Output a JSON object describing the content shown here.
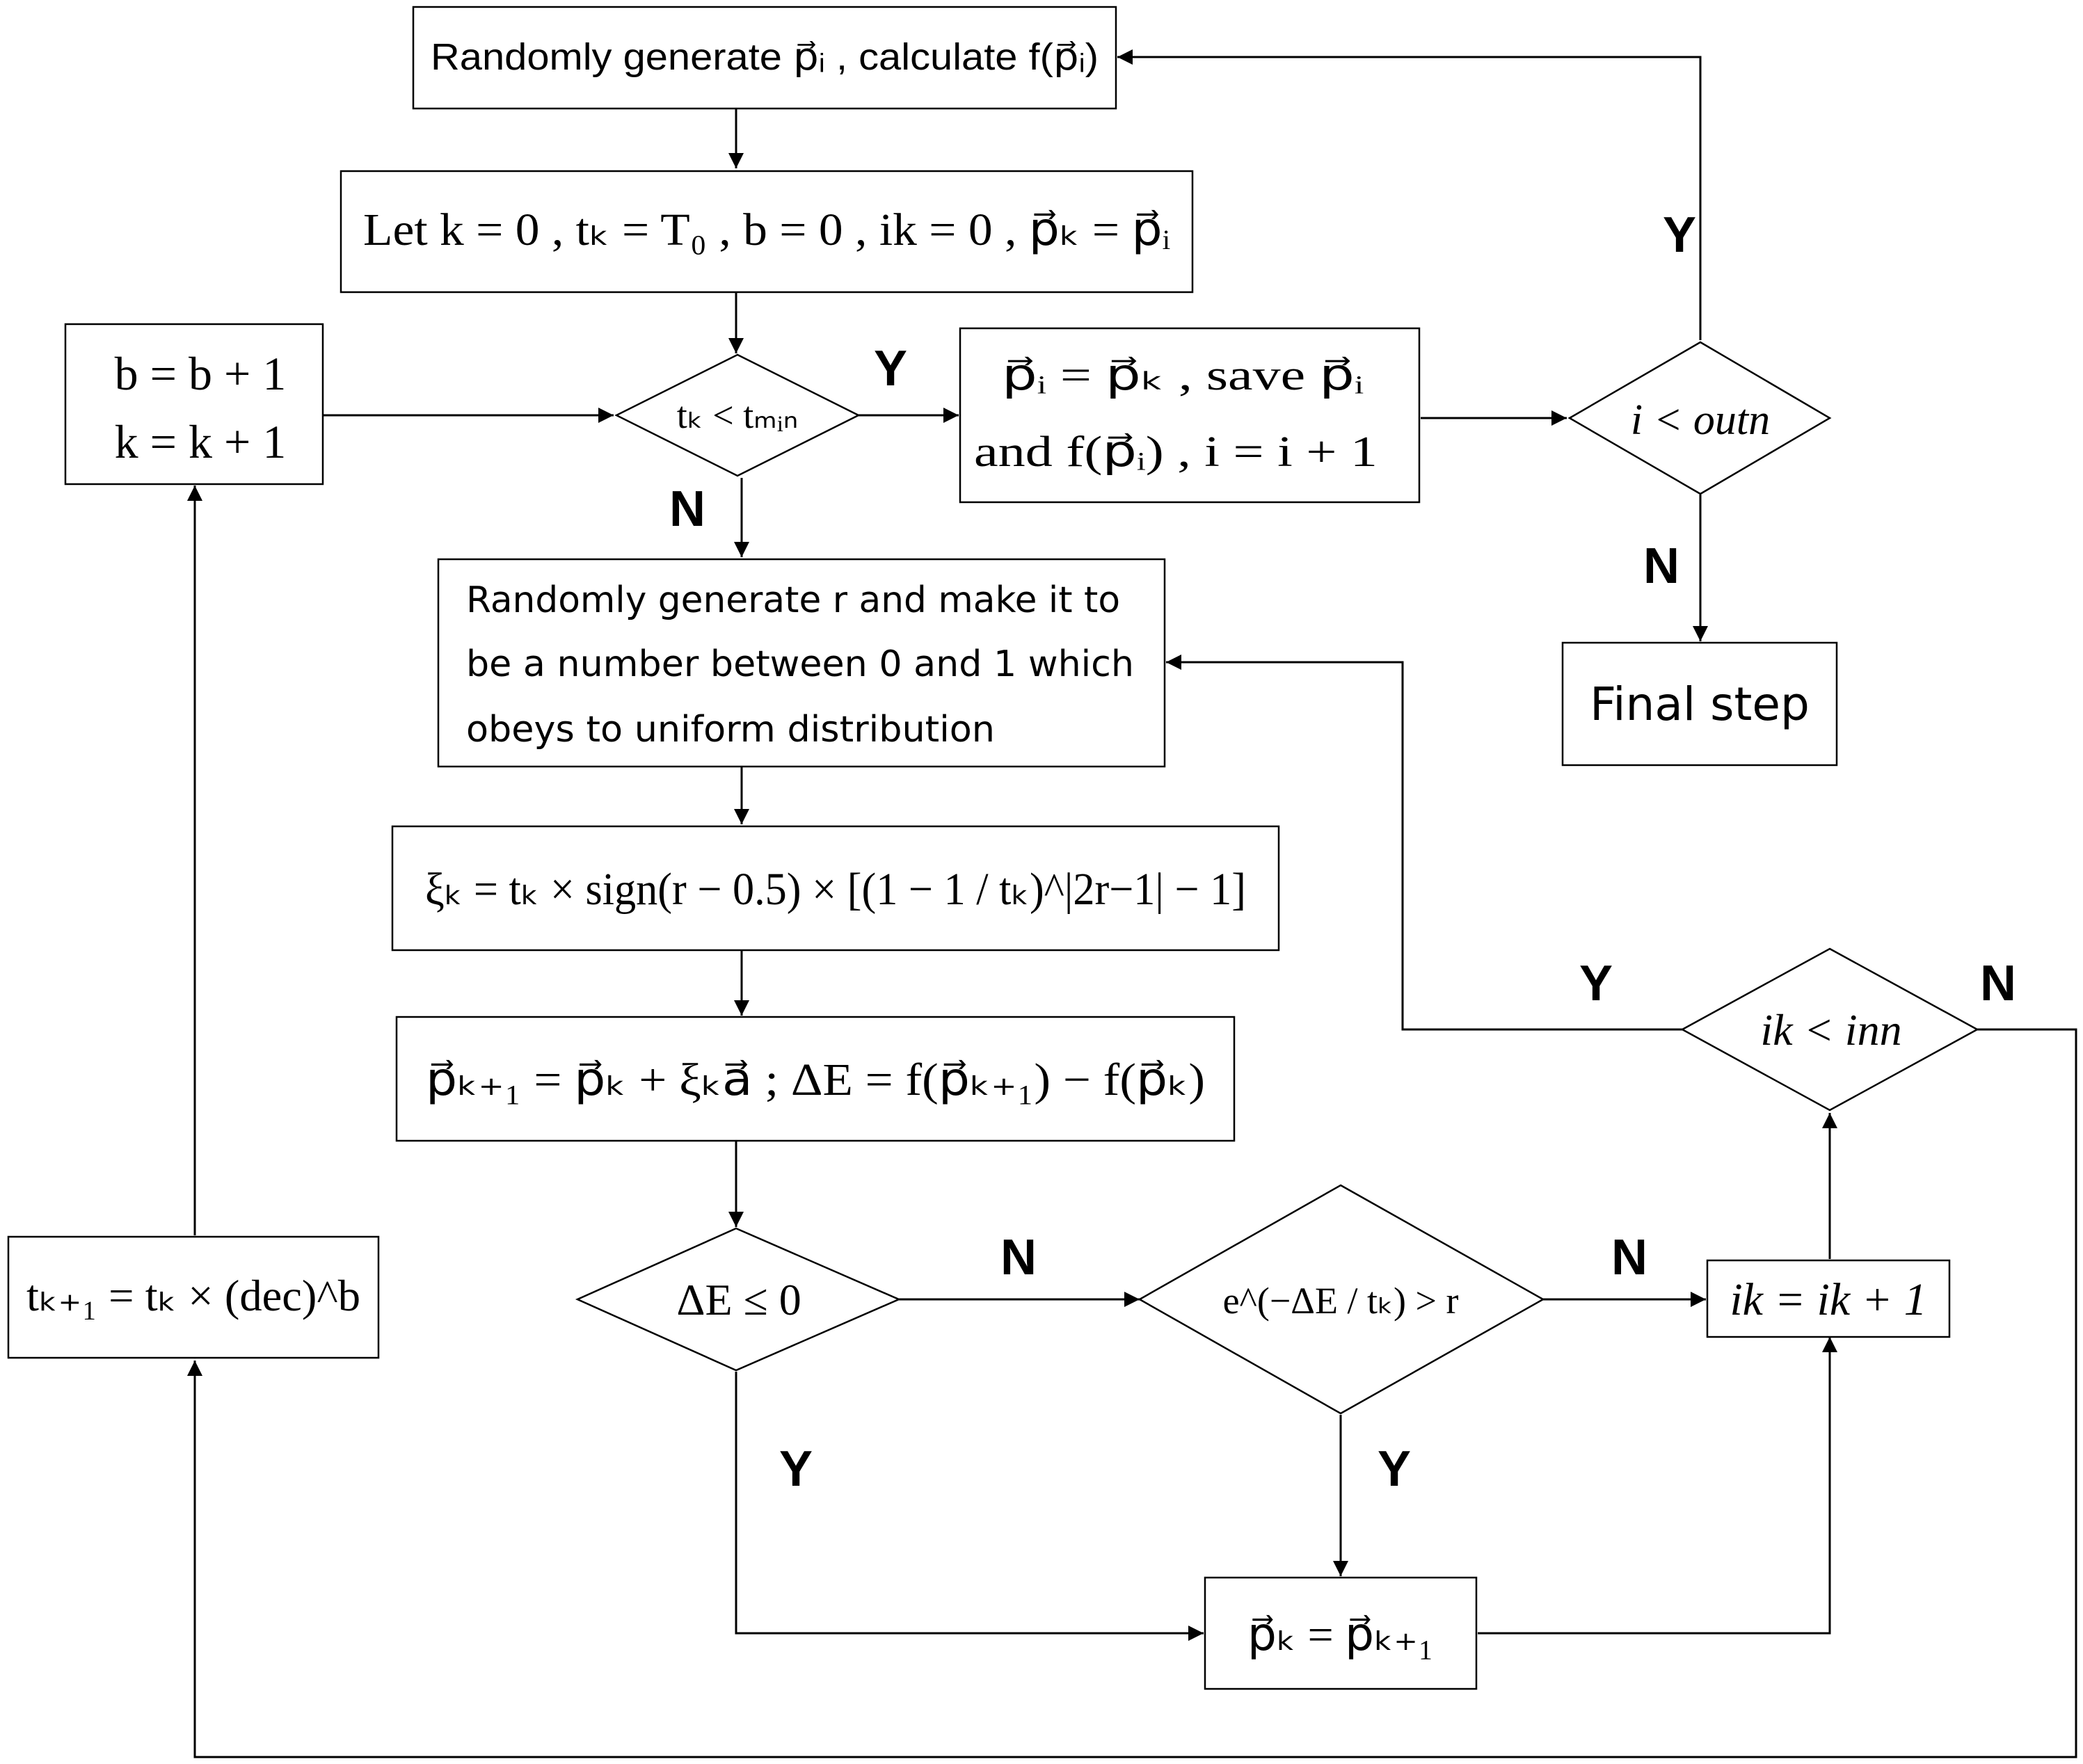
{
  "nodes": {
    "generate": "Randomly generate p⃗ᵢ , calculate f(p⃗ᵢ)",
    "init": "Let k = 0 , tₖ = T₀ , b = 0 , ik = 0 , p⃗ₖ = p⃗ᵢ",
    "inc_b_k": [
      "b = b + 1",
      "k = k + 1"
    ],
    "check_temp": "tₖ < tₘᵢₙ",
    "save": [
      "p⃗ᵢ = p⃗ₖ , save p⃗ᵢ",
      "and f(p⃗ᵢ) ,  i = i + 1"
    ],
    "check_outer": "i < outn",
    "final": "Final step",
    "random_r": [
      "Randomly generate r and make it to",
      "be a number between 0 and 1 which",
      "obeys to uniform distribution"
    ],
    "xi": "ξₖ = tₖ × sign(r − 0.5) × [(1 − 1 / tₖ)^|2r−1| − 1]",
    "update_p": "p⃗ₖ₊₁ = p⃗ₖ + ξₖa⃗ ;  ΔE = f(p⃗ₖ₊₁) − f(p⃗ₖ)",
    "check_de": "ΔE ≤ 0",
    "metropolis": "e^(−ΔE / tₖ) > r",
    "inc_ik": "ik = ik + 1",
    "check_inner": "ik < inn",
    "accept": "p⃗ₖ = p⃗ₖ₊₁",
    "cool": "tₖ₊₁ = tₖ × (dec)^b"
  },
  "edge_labels": {
    "yes": "Y",
    "no": "N"
  }
}
